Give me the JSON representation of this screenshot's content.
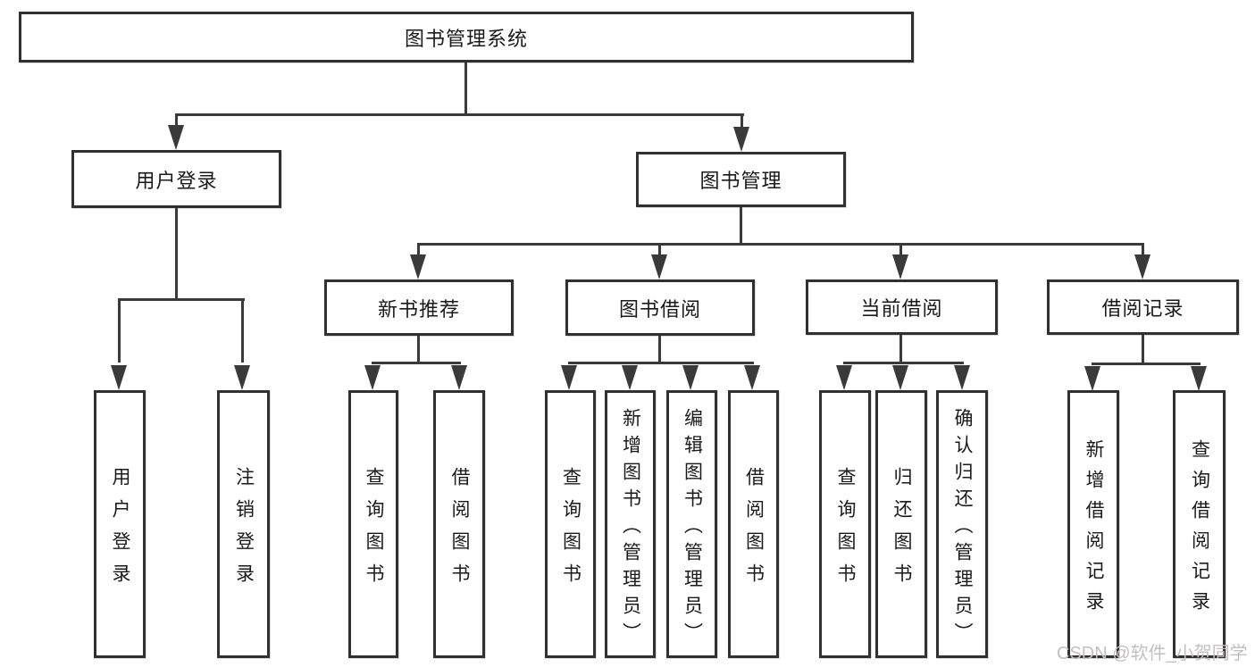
{
  "tree": {
    "root": "图书管理系统",
    "level2": [
      "用户登录",
      "图书管理"
    ],
    "level3": [
      "新书推荐",
      "图书借阅",
      "当前借阅",
      "借阅记录"
    ],
    "leaves": [
      "用户登录",
      "注销登录",
      "查询图书",
      "借阅图书",
      "查询图书",
      "新增图书（管理员）",
      "编辑图书（管理员）",
      "借阅图书",
      "查询图书",
      "归还图书",
      "确认归还（管理员）",
      "新增借阅记录",
      "查询借阅记录"
    ]
  },
  "watermark": "CSDN @软件_小贺同学",
  "colors": {
    "line": "#3a3a3a",
    "box_border": "#303030",
    "text": "#1a1a1a",
    "background": "#ffffff",
    "watermark": "#c3bfbf"
  }
}
